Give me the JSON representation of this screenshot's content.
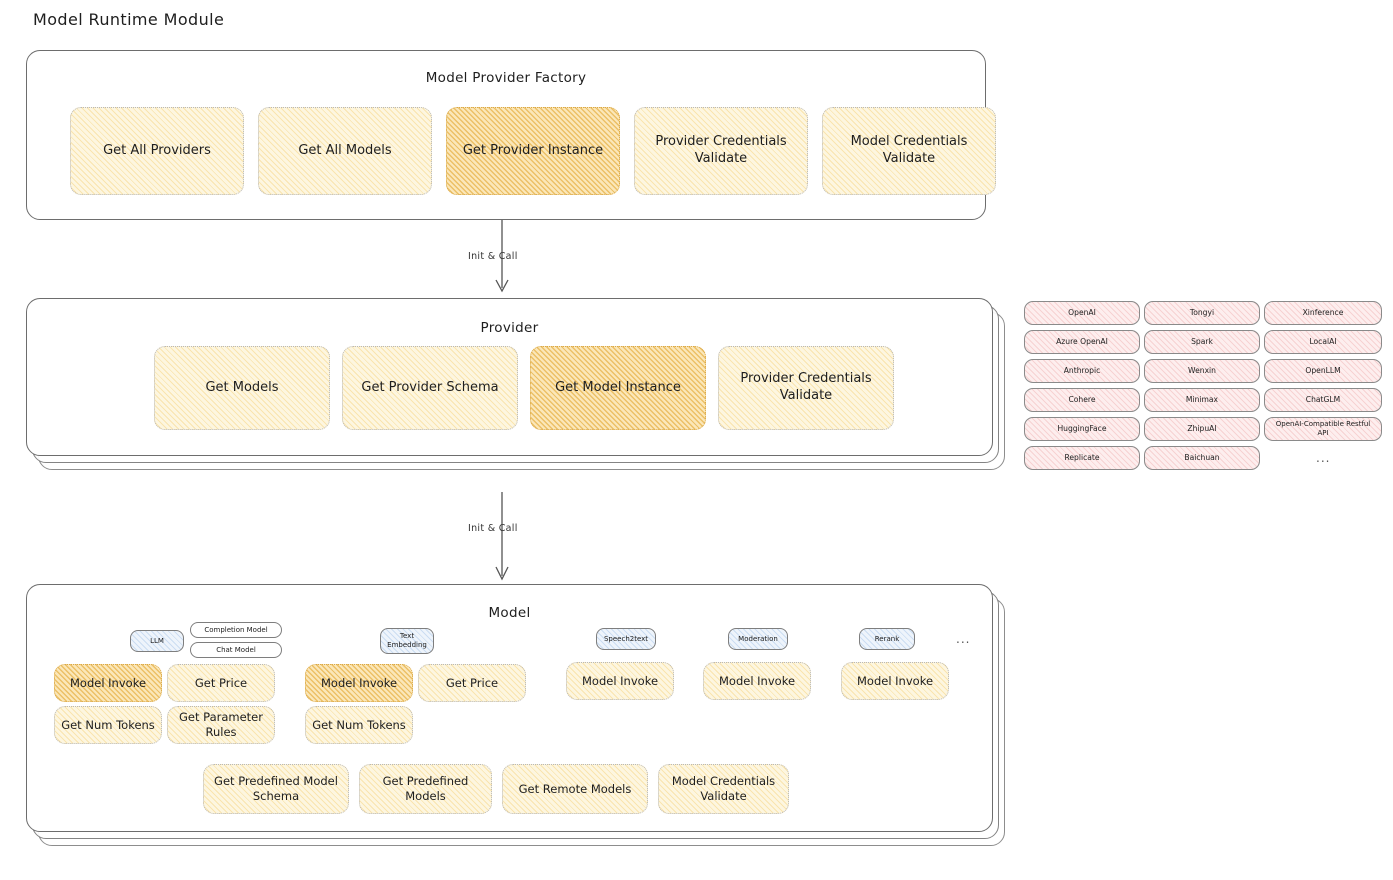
{
  "diagram": {
    "title": "Model Runtime Module"
  },
  "factory": {
    "title": "Model Provider Factory",
    "items": [
      {
        "label": "Get All Providers",
        "highlighted": false
      },
      {
        "label": "Get All Models",
        "highlighted": false
      },
      {
        "label": "Get Provider Instance",
        "highlighted": true
      },
      {
        "label": "Provider Credentials Validate",
        "highlighted": false
      },
      {
        "label": "Model Credentials Validate",
        "highlighted": false
      }
    ]
  },
  "arrows": [
    {
      "label": "Init & Call"
    },
    {
      "label": "Init & Call"
    }
  ],
  "provider": {
    "title": "Provider",
    "items": [
      {
        "label": "Get Models",
        "highlighted": false
      },
      {
        "label": "Get Provider Schema",
        "highlighted": false
      },
      {
        "label": "Get Model Instance",
        "highlighted": true
      },
      {
        "label": "Provider Credentials Validate",
        "highlighted": false
      }
    ]
  },
  "provider_list": {
    "columns": [
      [
        "OpenAI",
        "Azure OpenAI",
        "Anthropic",
        "Cohere",
        "HuggingFace",
        "Replicate"
      ],
      [
        "Tongyi",
        "Spark",
        "Wenxin",
        "Minimax",
        "ZhipuAI",
        "Baichuan"
      ],
      [
        "Xinference",
        "LocalAI",
        "OpenLLM",
        "ChatGLM",
        "OpenAI-Compatible Restful API"
      ]
    ],
    "more": "..."
  },
  "model": {
    "title": "Model",
    "more": "...",
    "types": [
      {
        "name": "LLM",
        "subtypes": [
          "Completion Model",
          "Chat Model"
        ],
        "methods": [
          {
            "label": "Model Invoke",
            "highlighted": true
          },
          {
            "label": "Get Price",
            "highlighted": false
          },
          {
            "label": "Get Num Tokens",
            "highlighted": false
          },
          {
            "label": "Get Parameter Rules",
            "highlighted": false
          }
        ]
      },
      {
        "name": "Text Embedding",
        "subtypes": [],
        "methods": [
          {
            "label": "Model Invoke",
            "highlighted": true
          },
          {
            "label": "Get Price",
            "highlighted": false
          },
          {
            "label": "Get Num Tokens",
            "highlighted": false
          }
        ]
      },
      {
        "name": "Speech2text",
        "subtypes": [],
        "methods": [
          {
            "label": "Model Invoke",
            "highlighted": false
          }
        ]
      },
      {
        "name": "Moderation",
        "subtypes": [],
        "methods": [
          {
            "label": "Model Invoke",
            "highlighted": false
          }
        ]
      },
      {
        "name": "Rerank",
        "subtypes": [],
        "methods": [
          {
            "label": "Model Invoke",
            "highlighted": false
          }
        ]
      }
    ],
    "common_methods": [
      "Get Predefined Model Schema",
      "Get Predefined Models",
      "Get Remote Models",
      "Model Credentials Validate"
    ]
  },
  "colors": {
    "amber_fill": "#fdf6e0",
    "amber_strong_fill": "#fbe7b9",
    "rose_fill": "#fdeeee",
    "blue_fill": "#eef4fb",
    "stroke": "#6d6d6d",
    "text": "#1e1e1e"
  }
}
